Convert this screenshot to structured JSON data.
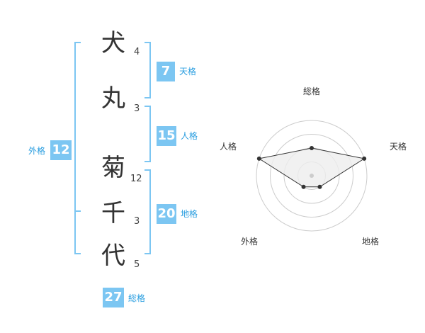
{
  "name": {
    "characters": [
      {
        "char": "犬",
        "strokes": "4"
      },
      {
        "char": "丸",
        "strokes": "3"
      },
      {
        "char": "菊",
        "strokes": "12"
      },
      {
        "char": "千",
        "strokes": "3"
      },
      {
        "char": "代",
        "strokes": "5"
      }
    ]
  },
  "fortunes": {
    "tenkaku": {
      "label": "天格",
      "value": "7"
    },
    "jinkaku": {
      "label": "人格",
      "value": "15"
    },
    "chikaku": {
      "label": "地格",
      "value": "20"
    },
    "gaikaku": {
      "label": "外格",
      "value": "12"
    },
    "soukaku": {
      "label": "総格",
      "value": "27"
    }
  },
  "radar": {
    "axes": [
      "総格",
      "天格",
      "地格",
      "外格",
      "人格"
    ],
    "levels": 4,
    "max": 4,
    "values": [
      2,
      4,
      1,
      1,
      4
    ],
    "colors": {
      "grid": "#cccccc",
      "fill": "#eeeeee",
      "line": "#333333",
      "point": "#333333",
      "center": "#cccccc"
    }
  }
}
